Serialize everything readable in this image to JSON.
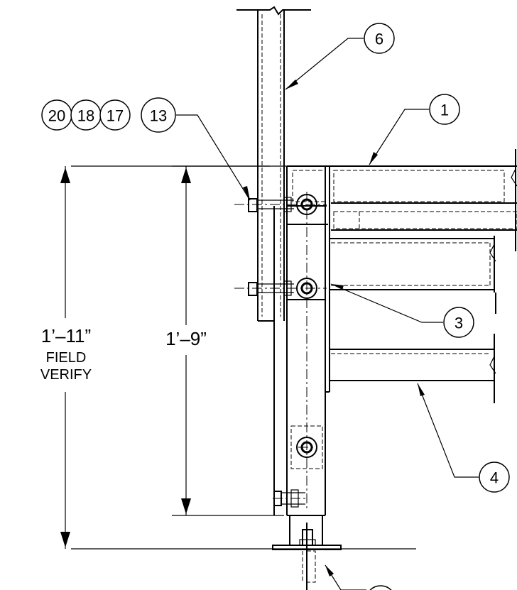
{
  "callouts": {
    "c6": "6",
    "c1": "1",
    "c3": "3",
    "c4": "4",
    "c20": "20",
    "c18": "18",
    "c17": "17",
    "c13": "13"
  },
  "dimensions": {
    "outer_value": "1’–11”",
    "outer_note_1": "FIELD",
    "outer_note_2": "VERIFY",
    "inner_value": "1’–9”"
  }
}
